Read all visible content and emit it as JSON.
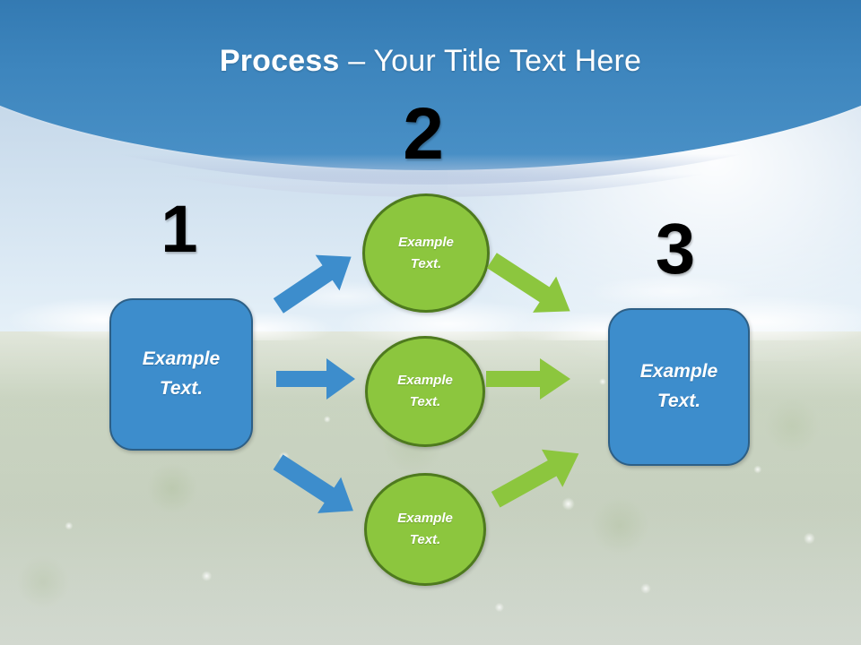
{
  "slide": {
    "title_strong": "Process",
    "title_separator": " – ",
    "title_light": "Your Title Text Here",
    "title_full": "Process – Your Title Text Here"
  },
  "colors": {
    "banner_top": "#1b5e96",
    "banner_bottom": "#4a91c7",
    "box_fill": "#3d8dcc",
    "box_border": "#2d5f86",
    "circle_fill": "#8cc63e",
    "circle_border": "#4e7a1e",
    "arrow_blue": "#3d8dcc",
    "arrow_green": "#8cc63e",
    "number_color": "#000000",
    "shape_text": "#ffffff",
    "sky": "#d2e2f0",
    "field": "#cdd6cb"
  },
  "steps": [
    {
      "number": "1",
      "name": "step-one"
    },
    {
      "number": "2",
      "name": "step-two"
    },
    {
      "number": "3",
      "name": "step-three"
    }
  ],
  "nodes": {
    "left_box": {
      "line1": "Example",
      "line2": "Text."
    },
    "right_box": {
      "line1": "Example",
      "line2": "Text."
    },
    "circle_top": {
      "line1": "Example",
      "line2": "Text."
    },
    "circle_middle": {
      "line1": "Example",
      "line2": "Text."
    },
    "circle_bottom": {
      "line1": "Example",
      "line2": "Text."
    }
  },
  "arrows": [
    {
      "name": "arrow-blue-up",
      "color": "#3d8dcc",
      "direction": "up-right",
      "from": "left_box",
      "to": "circle_top"
    },
    {
      "name": "arrow-blue-right",
      "color": "#3d8dcc",
      "direction": "right",
      "from": "left_box",
      "to": "circle_middle"
    },
    {
      "name": "arrow-blue-down",
      "color": "#3d8dcc",
      "direction": "down-right",
      "from": "left_box",
      "to": "circle_bottom"
    },
    {
      "name": "arrow-green-down",
      "color": "#8cc63e",
      "direction": "down-right",
      "from": "circle_top",
      "to": "right_box"
    },
    {
      "name": "arrow-green-right",
      "color": "#8cc63e",
      "direction": "right",
      "from": "circle_middle",
      "to": "right_box"
    },
    {
      "name": "arrow-green-up",
      "color": "#8cc63e",
      "direction": "up-right",
      "from": "circle_bottom",
      "to": "right_box"
    }
  ]
}
